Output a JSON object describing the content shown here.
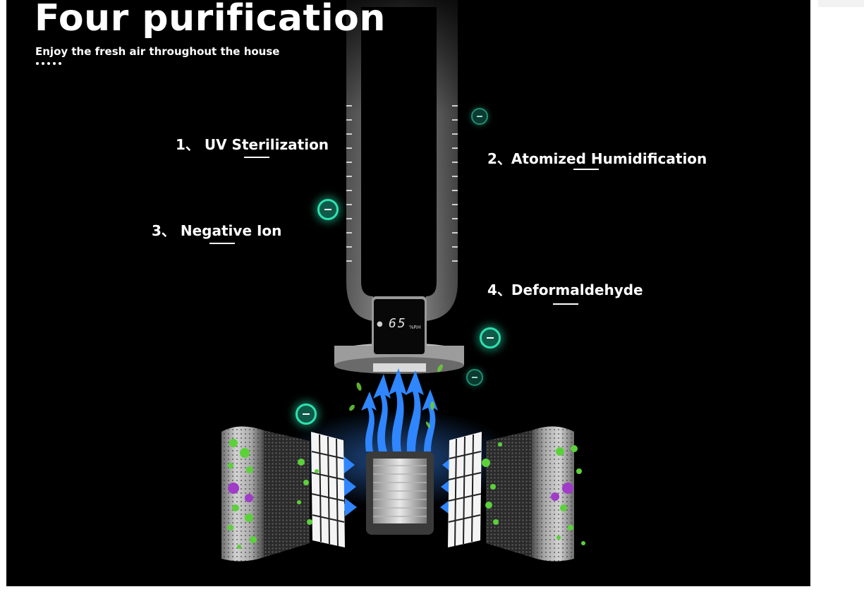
{
  "heading": {
    "title": "Four purification",
    "subtitle": "Enjoy the fresh air throughout the house"
  },
  "features": [
    {
      "label": "1、 UV Sterilization"
    },
    {
      "label": "2、Atomized Humidification"
    },
    {
      "label": "3、 Negative Ion"
    },
    {
      "label": "4、Deformaldehyde"
    }
  ],
  "device": {
    "display_value": "65",
    "display_unit": "%RH"
  },
  "icons": {
    "negative_ion": "negative-ion-icon",
    "water_drop": "water-drop-icon",
    "virus": "virus-icon"
  },
  "colors": {
    "background": "#000000",
    "text": "#ffffff",
    "ion_glow": "#2fe0b0",
    "airflow": "#2f86ff",
    "virus_green": "#5bd13a",
    "virus_purple": "#a03cc8"
  }
}
